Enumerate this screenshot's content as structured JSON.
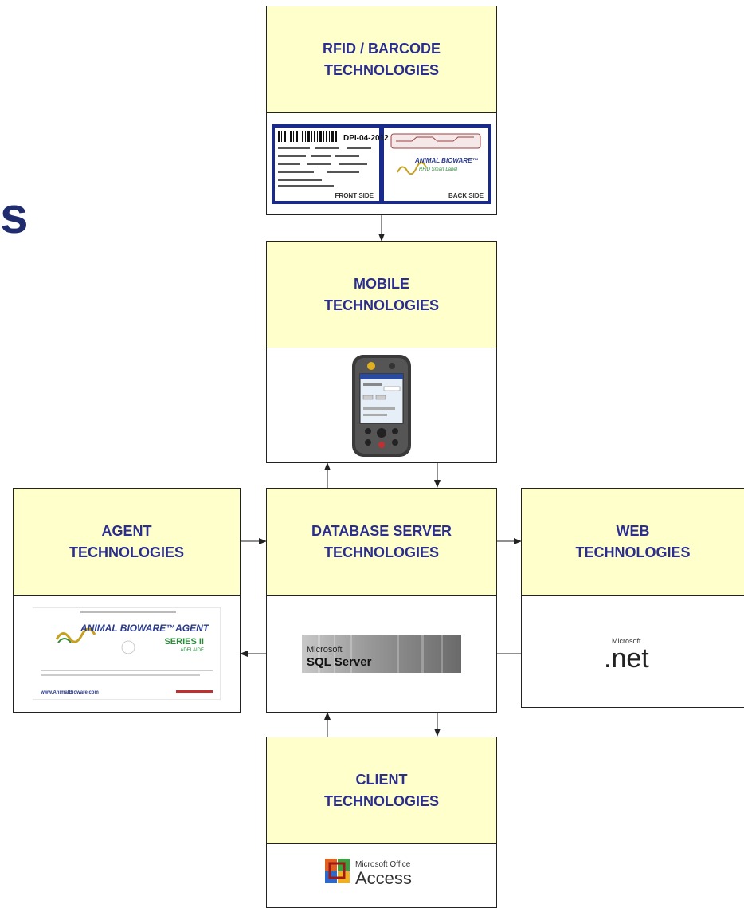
{
  "fragment_text": "s",
  "colors": {
    "header_fill": "#ffffcc",
    "header_text": "#2b2e8f",
    "border": "#222222",
    "fragment_text": "#1f2d6e"
  },
  "boxes": {
    "rfid": {
      "line1": "RFID / BARCODE",
      "line2": "TECHNOLOGIES"
    },
    "mobile": {
      "line1": "MOBILE",
      "line2": "TECHNOLOGIES"
    },
    "agent": {
      "line1": "AGENT",
      "line2": "TECHNOLOGIES"
    },
    "db": {
      "line1": "DATABASE SERVER",
      "line2": "TECHNOLOGIES"
    },
    "web": {
      "line1": "WEB",
      "line2": "TECHNOLOGIES"
    },
    "client": {
      "line1": "CLIENT",
      "line2": "TECHNOLOGIES"
    }
  },
  "rfid_label": {
    "protocol": "DPI-04-2012",
    "front_side": "FRONT SIDE",
    "back_side": "BACK SIDE",
    "brand": "ANIMAL BIOWARE™",
    "brand_sub": "RFID Smart Label"
  },
  "agent_splash": {
    "brand": "ANIMAL BIOWARE™AGENT",
    "series": "SERIES II",
    "edition": "ADELAIDE",
    "website": "www.AnimalBioware.com"
  },
  "sql_logo": {
    "top": "Microsoft",
    "main": "SQL Server"
  },
  "net_logo": {
    "top": "Microsoft",
    "main": ".net"
  },
  "access_logo": {
    "top": "Microsoft Office",
    "main": "Access"
  }
}
